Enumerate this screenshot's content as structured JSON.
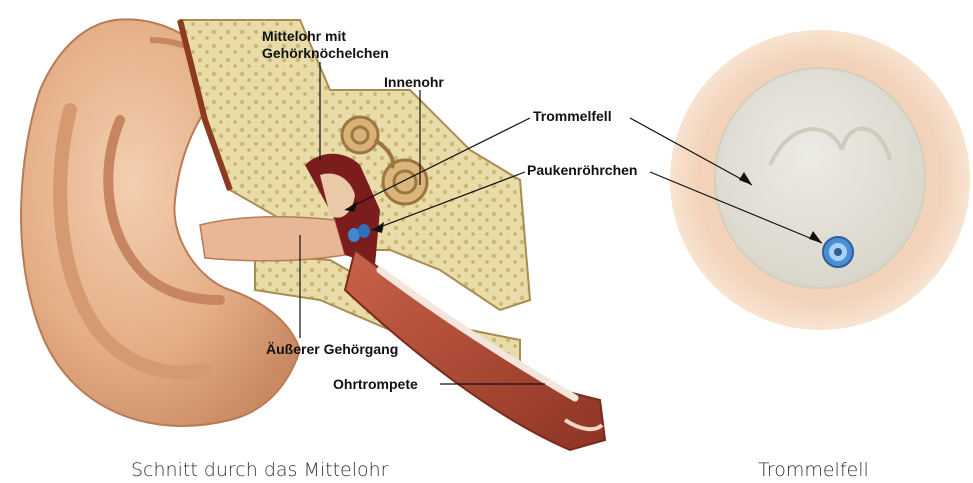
{
  "labels": {
    "mittelohr_line1": "Mittelohr mit",
    "mittelohr_line2": "Gehörknöchelchen",
    "innenohr": "Innenohr",
    "trommelfell": "Trommelfell",
    "paukenroehrchen": "Paukenröhrchen",
    "gehoergang": "Äußerer Gehörgang",
    "ohrtrompete": "Ohrtrompete"
  },
  "captions": {
    "left": "Schnitt durch das Mittelohr",
    "right": "Trommelfell"
  },
  "colors": {
    "skin": "#e7b68f",
    "skin_dark": "#c98a63",
    "bone": "#e6d9a6",
    "eustachian": "#b5543a",
    "tube_blue": "#3f86d3",
    "drum_outer": "#f6dcc6",
    "drum_inner": "#e8e6de"
  }
}
